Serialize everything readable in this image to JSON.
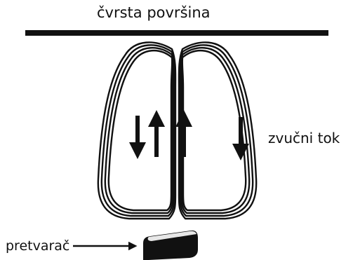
{
  "labels": {
    "surface": "čvrsta površina",
    "acoustic_flow": "zvučni tok",
    "transducer": "pretvarač"
  },
  "colors": {
    "ink": "#111111",
    "background": "#ffffff"
  },
  "elements": {
    "surface": "solid-bar",
    "streaming_loops": "nested-loop-outlines",
    "flow_arrows": [
      "down",
      "up",
      "up",
      "down"
    ],
    "transducer": "rounded-block"
  }
}
